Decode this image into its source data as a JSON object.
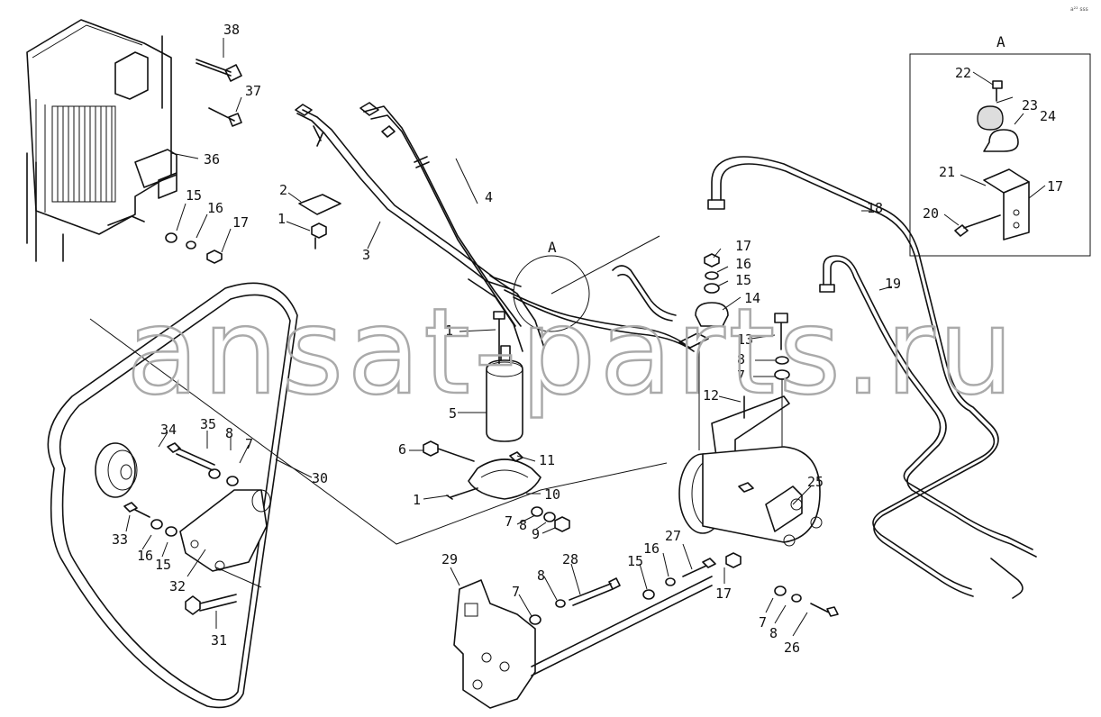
{
  "corner_code": "a²² sss",
  "watermark": "ansat-parts.ru",
  "inset": {
    "title": "A"
  },
  "view_marker": "A",
  "labels": {
    "p1a": "1",
    "p1b": "1",
    "p1c": "1",
    "p2": "2",
    "p3": "3",
    "p4": "4",
    "p5": "5",
    "p6": "6",
    "p7a": "7",
    "p7b": "7",
    "p7c": "7",
    "p7d": "7",
    "p7e": "7",
    "p8a": "8",
    "p8b": "8",
    "p8c": "8",
    "p8d": "8",
    "p8e": "8",
    "p9": "9",
    "p10": "10",
    "p11": "11",
    "p12": "12",
    "p13": "13",
    "p14": "14",
    "p15a": "15",
    "p15b": "15",
    "p15c": "15",
    "p15d": "15",
    "p16a": "16",
    "p16b": "16",
    "p16c": "16",
    "p16d": "16",
    "p17a": "17",
    "p17b": "17",
    "p17c": "17",
    "p17d": "17",
    "p18": "18",
    "p19": "19",
    "p20": "20",
    "p21": "21",
    "p22": "22",
    "p23": "23",
    "p24": "24",
    "p25": "25",
    "p26": "26",
    "p27": "27",
    "p28": "28",
    "p29": "29",
    "p30": "30",
    "p31": "31",
    "p32": "32",
    "p33": "33",
    "p34": "34",
    "p35": "35",
    "p36": "36",
    "p37": "37",
    "p38": "38"
  }
}
